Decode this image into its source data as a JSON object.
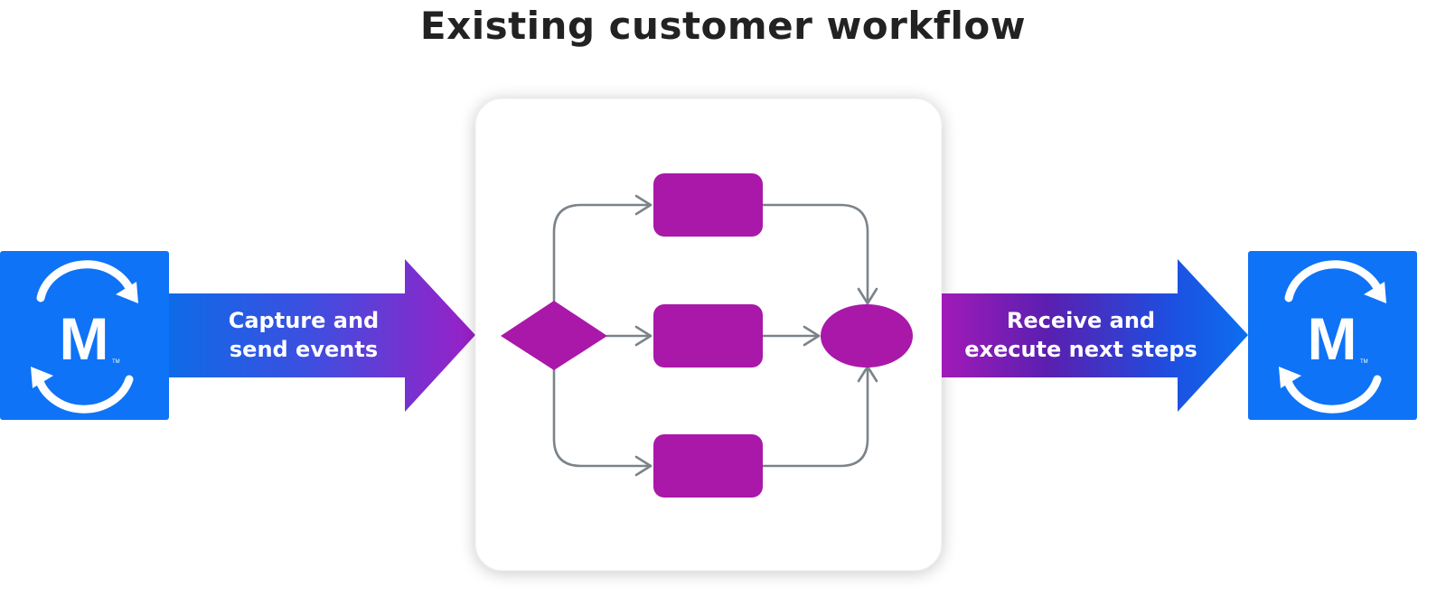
{
  "title": "Existing customer workflow",
  "left_arrow": {
    "line1": "Capture and",
    "line2": "send events"
  },
  "right_arrow": {
    "line1": "Receive and",
    "line2": "execute next steps"
  },
  "logo": {
    "letter": "M",
    "trademark": "TM",
    "icon": "marketo-sync-icon"
  },
  "colors": {
    "brand_blue": "#0e73f6",
    "process_purple": "#a918a8",
    "connector_gray": "#7b838a",
    "title_dark": "#222222"
  }
}
